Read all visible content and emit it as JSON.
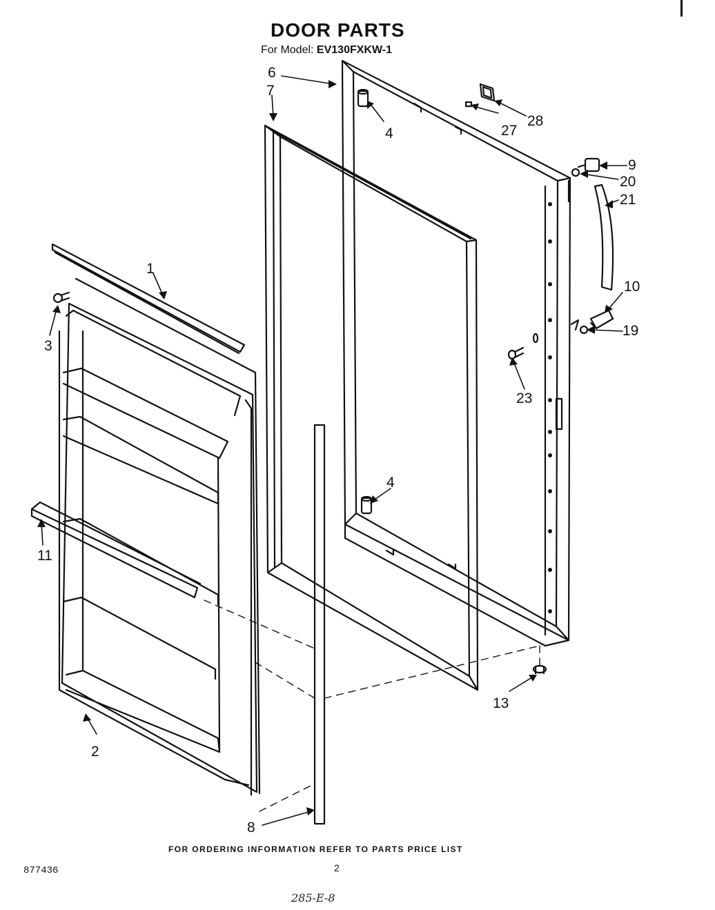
{
  "header": {
    "title": "DOOR PARTS",
    "model_label": "For Model:",
    "model_number": "EV130FXKW-1"
  },
  "callouts": [
    "6",
    "7",
    "4",
    "28",
    "27",
    "9",
    "20",
    "21",
    "1",
    "3",
    "10",
    "19",
    "23",
    "4",
    "11",
    "13",
    "2",
    "8"
  ],
  "footer": {
    "ordering_note": "FOR ORDERING INFORMATION REFER TO PARTS PRICE LIST",
    "doc_number": "877436",
    "page_number": "2",
    "handwritten_note": "285-E-8"
  }
}
